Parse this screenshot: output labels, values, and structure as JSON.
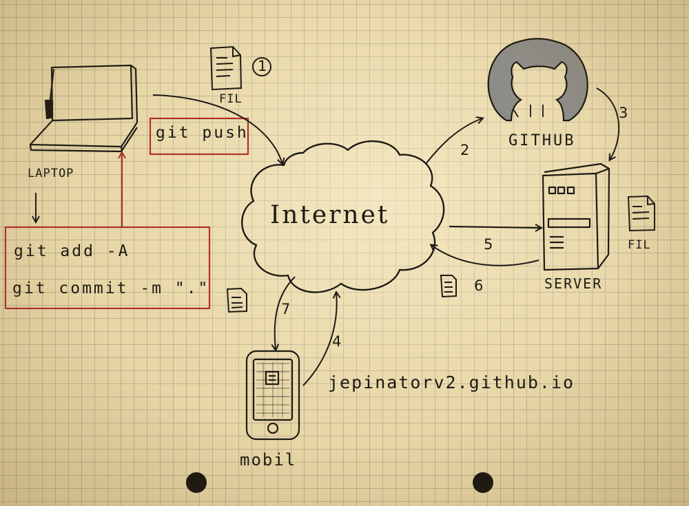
{
  "labels": {
    "laptop": "LAPTOP",
    "fil_top": "FIL",
    "fil_server": "FIL",
    "github": "GITHUB",
    "server": "SERVER",
    "internet": "Internet",
    "mobil": "mobil",
    "url": "jepinatorv2.github.io"
  },
  "commands": {
    "push": "git push",
    "add": "git add -A",
    "commit": "git commit -m \".\""
  },
  "steps": {
    "s1": "1",
    "s2": "2",
    "s3": "3",
    "s4": "4",
    "s5": "5",
    "s6": "6",
    "s7": "7"
  },
  "colors": {
    "paper": "#e7d6a6",
    "ink": "#1d1a14",
    "red_ink": "#b0302a",
    "github_grey": "#8e8c86"
  },
  "icons": [
    "laptop-icon",
    "document-icon",
    "github-logo-icon",
    "server-icon",
    "cloud-icon",
    "phone-icon"
  ]
}
